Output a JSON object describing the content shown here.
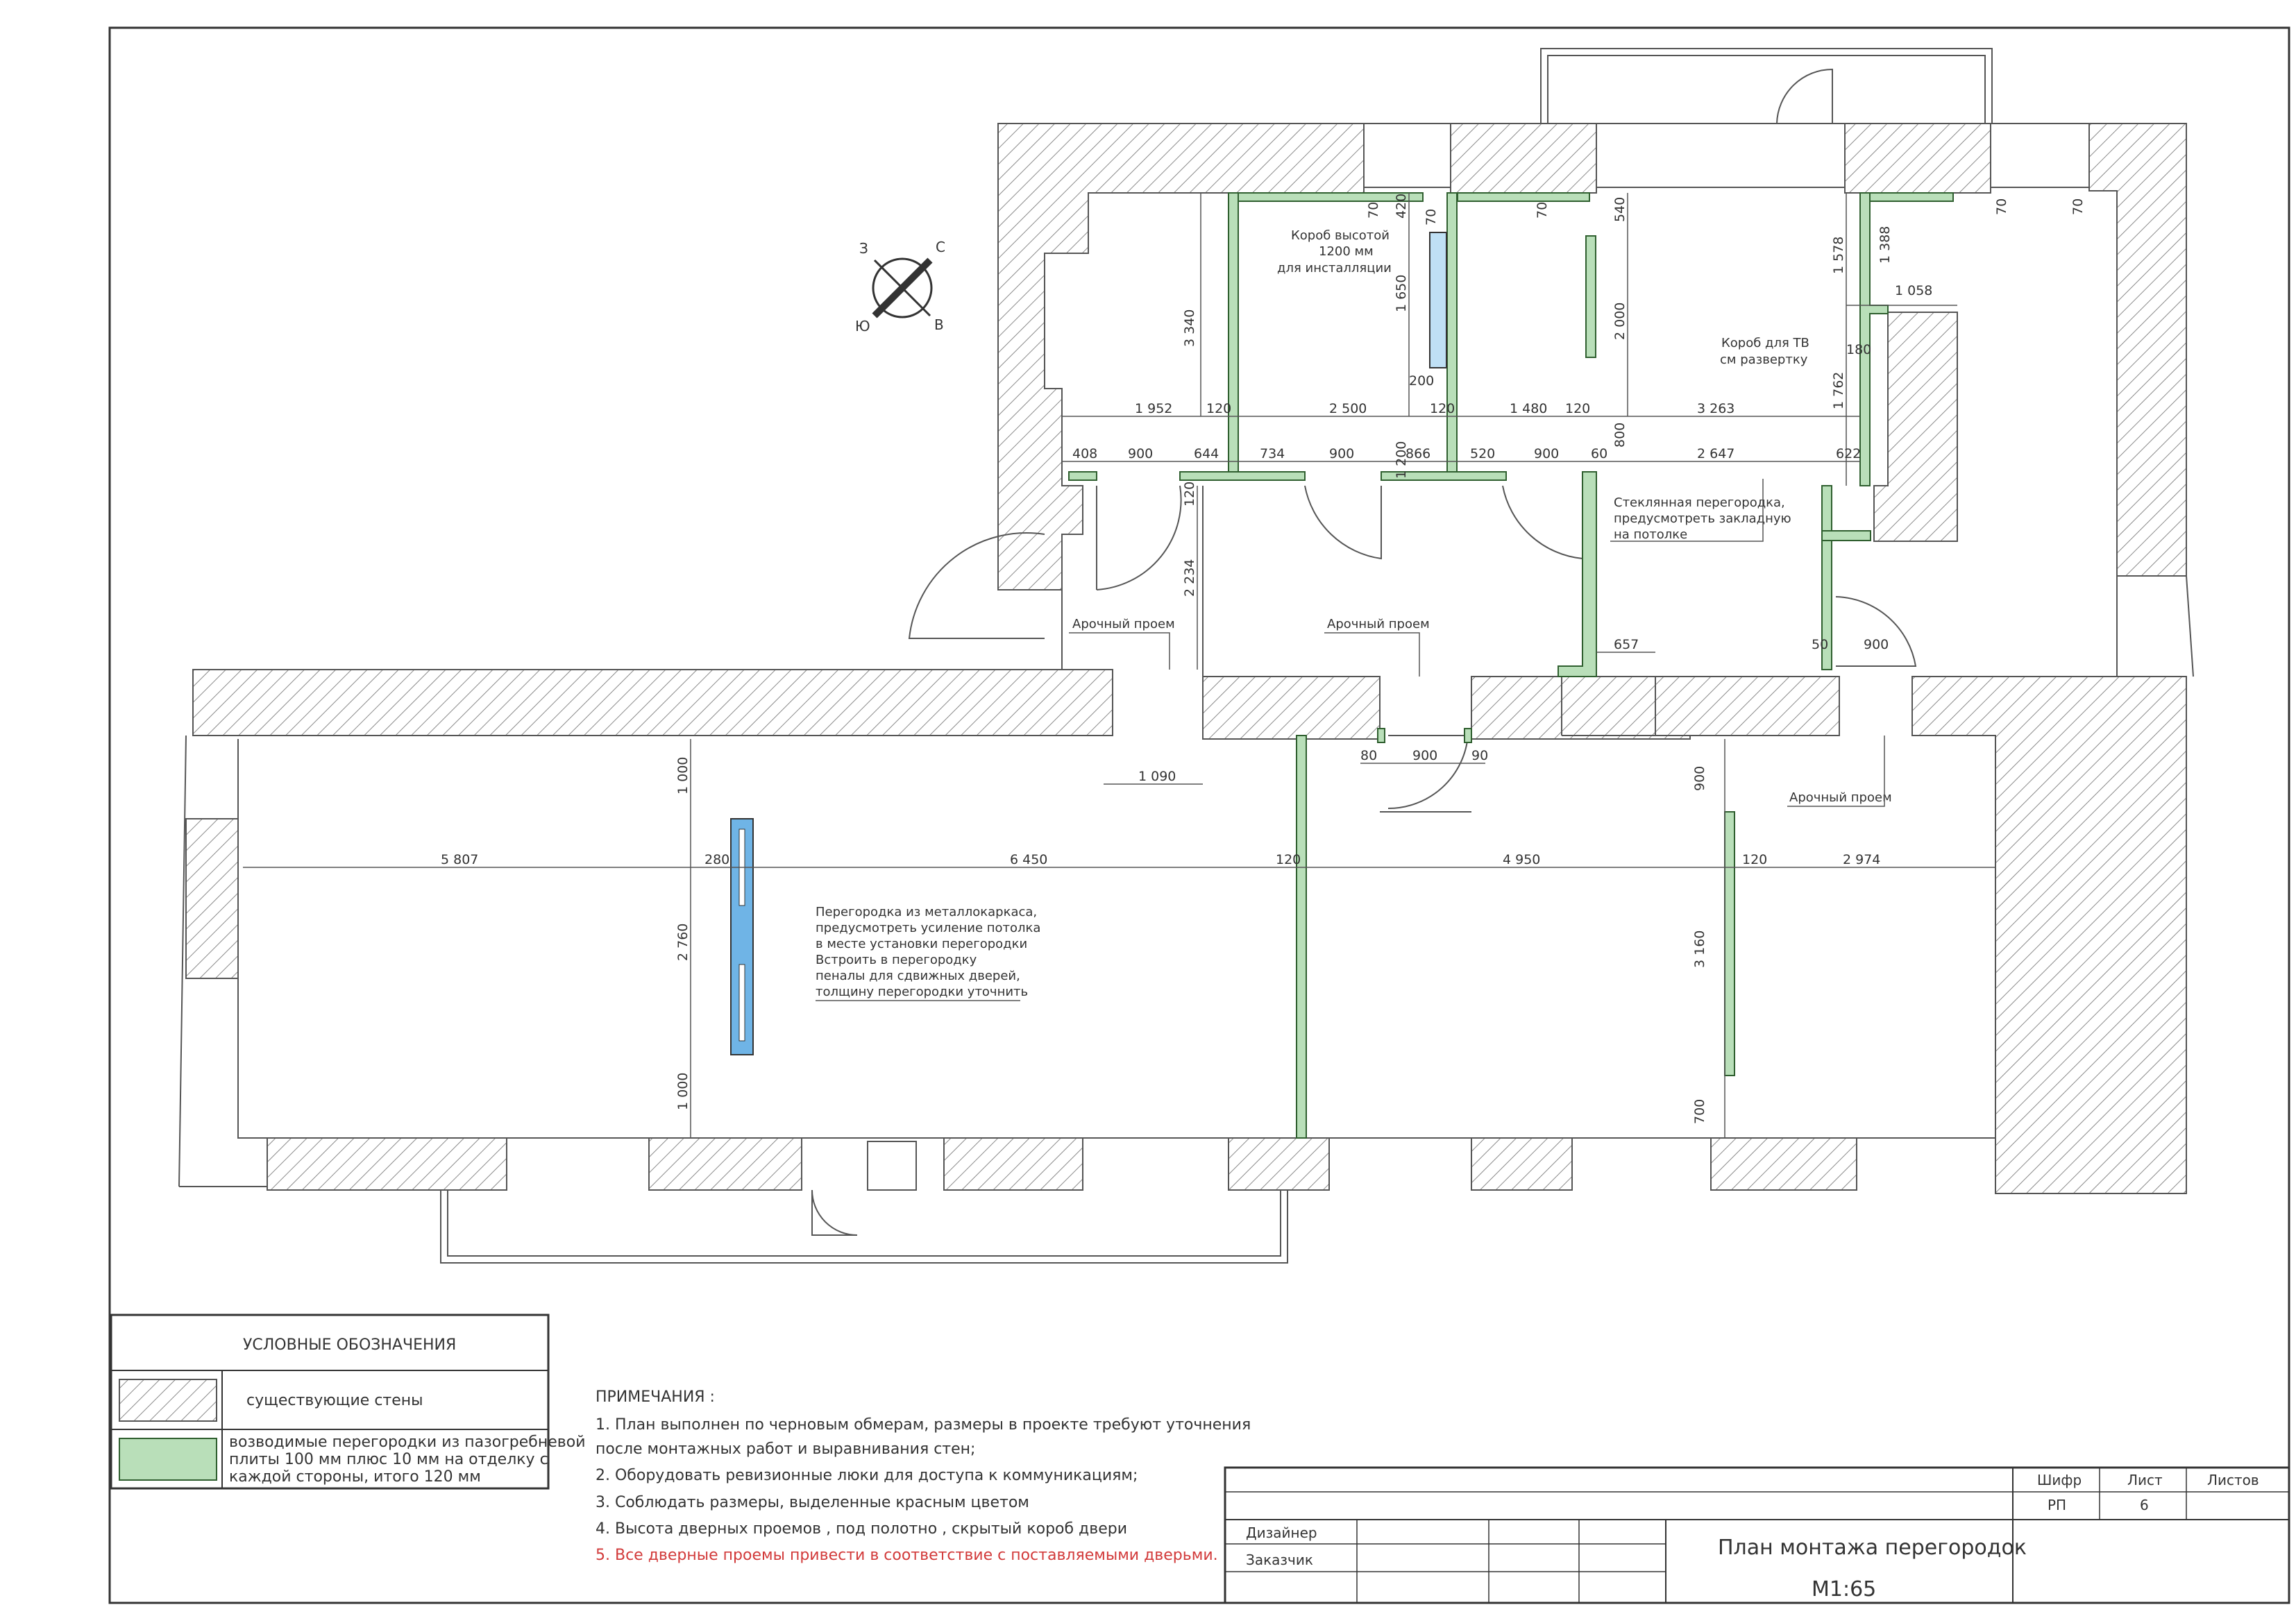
{
  "colors": {
    "wall_hatch": "#7a7a7a",
    "new_partition": "#b9dfb9",
    "partition_stroke": "#2f5f2f",
    "box_fill": "#bfe0f5",
    "glass_partition": "#6fb4e6",
    "red_note": "#d23a3a",
    "line": "#444444"
  },
  "compass": {
    "n": "С",
    "w": "З",
    "s": "Ю",
    "e": "В"
  },
  "dimensions": {
    "d_1952": "1 952",
    "d_120a": "120",
    "d_2500": "2 500",
    "d_120b": "120",
    "d_1480": "1 480",
    "d_120c": "120",
    "d_3263": "3 263",
    "d_408": "408",
    "d_900a": "900",
    "d_644": "644",
    "d_734": "734",
    "d_900b": "900",
    "d_866": "866",
    "d_520": "520",
    "d_900c": "900",
    "d_60": "60",
    "d_2647": "2 647",
    "d_622": "622",
    "d_3340": "3 340",
    "d_1650": "1 650",
    "d_200": "200",
    "d_1200": "1 200",
    "d_420": "420",
    "d_70a": "70",
    "d_70b": "70",
    "d_70c": "70",
    "d_540": "540",
    "d_2000": "2 000",
    "d_800": "800",
    "d_1578": "1 578",
    "d_1388": "1 388",
    "d_1058": "1 058",
    "d_180": "180",
    "d_1762": "1 762",
    "d_70d": "70",
    "d_70e": "70",
    "d_120v": "120",
    "d_2234": "2 234",
    "d_657": "657",
    "d_50": "50",
    "d_900d": "900",
    "d_1090": "1 090",
    "d_80": "80",
    "d_900e": "900",
    "d_90": "90",
    "d_5807": "5 807",
    "d_280": "280",
    "d_6450": "6 450",
    "d_120d": "120",
    "d_4950": "4 950",
    "d_120e": "120",
    "d_2974": "2 974",
    "d_1000a": "1 000",
    "d_2760": "2 760",
    "d_1000b": "1 000",
    "d_900f": "900",
    "d_3160": "3 160",
    "d_700": "700"
  },
  "annotations": {
    "box_1200": [
      "Короб высотой",
      "1200 мм",
      "для инсталляции"
    ],
    "box_tv": [
      "Короб для ТВ",
      "см развертку"
    ],
    "glass": [
      "Стеклянная перегородка,",
      "предусмотреть закладную",
      "на потолке"
    ],
    "arch_1": "Арочный проем",
    "arch_2": "Арочный проем",
    "arch_3": "Арочный проем",
    "metal_partition": [
      "Перегородка из металлокаркаса,",
      "предусмотреть усиление потолка",
      "в месте установки перегородки",
      "Встроить в перегородку",
      "пеналы для сдвижных дверей,",
      "толщину перегородки уточнить"
    ]
  },
  "legend": {
    "title": "УСЛОВНЫЕ ОБОЗНАЧЕНИЯ",
    "existing_walls": "существующие стены",
    "new_partitions": [
      "возводимые перегородки из пазогребневой",
      "плиты 100 мм плюс 10 мм на отделку с",
      "каждой стороны, итого 120 мм"
    ]
  },
  "notes": {
    "title": "ПРИМЕЧАНИЯ :",
    "items": [
      "1. План выполнен по черновым обмерам, размеры в проекте требуют уточнения",
      "   после монтажных работ и выравнивания стен;",
      "2. Оборудовать ревизионные люки для доступа   к коммуникациям;",
      "3. Соблюдать размеры, выделенные красным цветом",
      "4. Высота дверных проемов , под полотно ,  скрытый короб двери"
    ],
    "red_item": "5. Все дверные проемы привести в соответствие с поставляемыми дверьми."
  },
  "title_block": {
    "shifr_label": "Шифр",
    "list_label": "Лист",
    "listov_label": "Листов",
    "shifr_value": "РП",
    "list_value": "6",
    "listov_value": "",
    "designer_label": "Дизайнер",
    "customer_label": "Заказчик",
    "title": "План монтажа перегородок",
    "scale": "М1:65"
  }
}
